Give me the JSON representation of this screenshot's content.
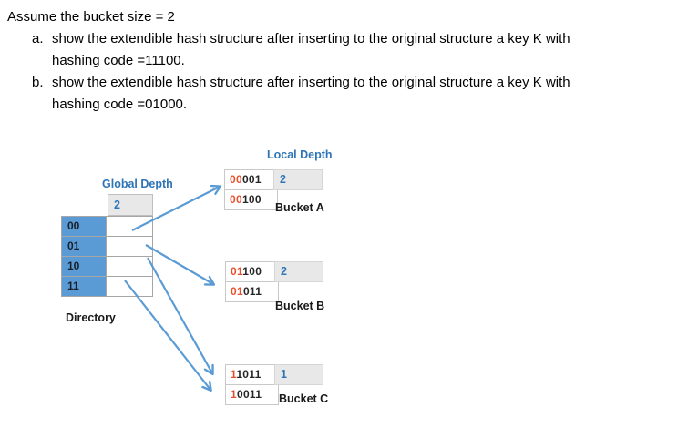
{
  "question": {
    "intro": "Assume the bucket size = 2",
    "items": [
      {
        "marker": "a.",
        "line1": "show the extendible hash structure after inserting to the original structure a key K with",
        "line2": "hashing code =11100."
      },
      {
        "marker": "b.",
        "line1": "show the extendible hash structure after inserting to the original structure a key K with",
        "line2": "hashing code =01000."
      }
    ]
  },
  "diagram": {
    "global_depth_label": "Global Depth",
    "local_depth_label": "Local Depth",
    "global_depth_value": "2",
    "directory_label": "Directory",
    "directory_entries": [
      "00",
      "01",
      "10",
      "11"
    ],
    "buckets": [
      {
        "name": "Bucket A",
        "local_depth": "2",
        "keys": [
          {
            "prefix": "00",
            "rest": "001"
          },
          {
            "prefix": "00",
            "rest": "100"
          }
        ]
      },
      {
        "name": "Bucket B",
        "local_depth": "2",
        "keys": [
          {
            "prefix": "01",
            "rest": "100"
          },
          {
            "prefix": "01",
            "rest": "011"
          }
        ]
      },
      {
        "name": "Bucket C",
        "local_depth": "1",
        "keys": [
          {
            "prefix": "1",
            "rest": "1011"
          },
          {
            "prefix": "1",
            "rest": "0011"
          }
        ]
      }
    ],
    "colors": {
      "label_blue": "#2E75B6",
      "directory_fill": "#5B9BD5",
      "arrow_blue": "#5B9BD5",
      "key_prefix_red": "#E8502D",
      "depth_cell_gray": "#E9E8E8"
    }
  }
}
